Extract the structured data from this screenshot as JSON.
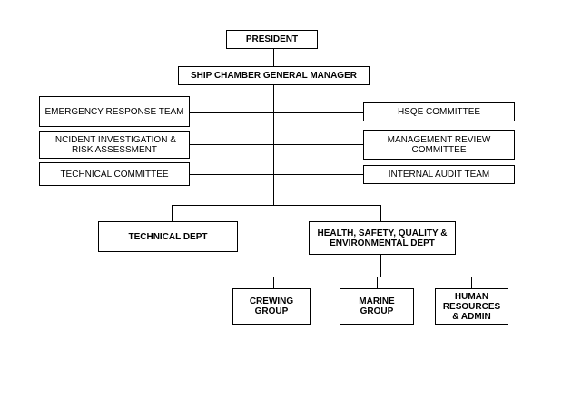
{
  "org_chart": {
    "president": "PRESIDENT",
    "general_manager": "SHIP CHAMBER GENERAL MANAGER",
    "left_committees": [
      "EMERGENCY RESPONSE TEAM",
      "INCIDENT INVESTIGATION & RISK ASSESSMENT",
      "TECHNICAL COMMITTEE"
    ],
    "right_committees": [
      "HSQE COMMITTEE",
      "MANAGEMENT REVIEW COMMITTEE",
      "INTERNAL AUDIT TEAM"
    ],
    "departments": [
      "TECHNICAL DEPT",
      "HEALTH, SAFETY, QUALITY & ENVIRONMENTAL DEPT"
    ],
    "groups": [
      "CREWING GROUP",
      "MARINE GROUP",
      "HUMAN RESOURCES & ADMIN"
    ]
  }
}
